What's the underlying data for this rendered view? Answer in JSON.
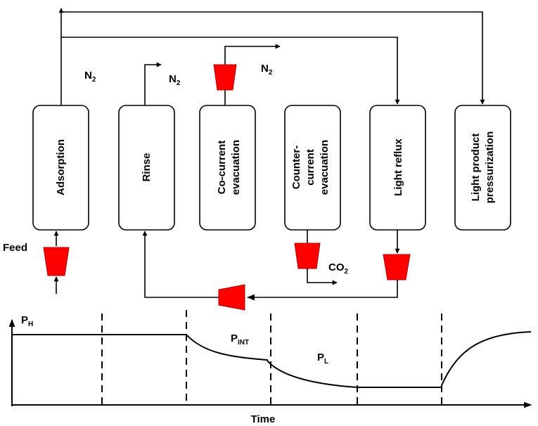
{
  "steps": [
    {
      "label": [
        "Adsorption"
      ]
    },
    {
      "label": [
        "Rinse"
      ]
    },
    {
      "label": [
        "Co-current",
        "evacuation"
      ]
    },
    {
      "label": [
        "Counter-",
        "current",
        "evacuation"
      ]
    },
    {
      "label": [
        "Light reflux"
      ]
    },
    {
      "label": [
        "Light product",
        "pressurization"
      ]
    }
  ],
  "streams": {
    "n2_adsorption": {
      "main": "N",
      "sub": "2"
    },
    "n2_rinse": {
      "main": "N",
      "sub": "2"
    },
    "n2_cocurrent": {
      "main": "N",
      "sub": "2"
    },
    "co2": {
      "main": "CO",
      "sub": "2"
    },
    "feed": "Feed"
  },
  "pressure_labels": {
    "high": {
      "main": "P",
      "sub": "H"
    },
    "intermediate": {
      "main": "P",
      "sub": "INT"
    },
    "low": {
      "main": "P",
      "sub": "L"
    }
  },
  "axis": {
    "x_label": "Time"
  },
  "colors": {
    "pump": "#ff0000",
    "line": "#000000"
  },
  "icons": [
    "pump-icon"
  ]
}
